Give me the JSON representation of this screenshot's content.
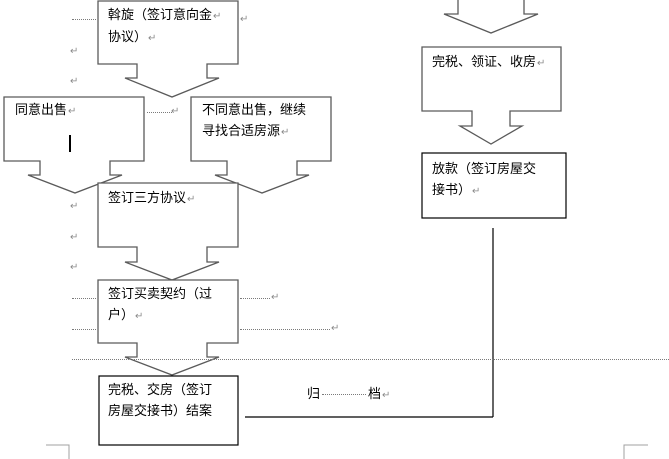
{
  "document": {
    "type": "flowchart",
    "colors": {
      "box_border": "#5a5a5a",
      "box_border_dark": "#000000",
      "paragraph_mark": "#8a8a8a",
      "dotted_leader": "#7a7a7a"
    },
    "paragraph_mark_glyph": "↵",
    "left_column": {
      "steps": [
        {
          "id": "negotiate",
          "text_line1": "斡旋（签订意向金",
          "text_line2": "协议）"
        },
        {
          "id": "agree",
          "text_line1": "同意出售",
          "text_line2": ""
        },
        {
          "id": "disagree",
          "text_line1": "不同意出售，继续",
          "text_line2": "寻找合适房源"
        },
        {
          "id": "tripartite",
          "text_line1": "签订三方协议",
          "text_line2": ""
        },
        {
          "id": "contract",
          "text_line1": "签订买卖契约（过",
          "text_line2": "户）"
        },
        {
          "id": "handover",
          "text_line1": "完税、交房（签订",
          "text_line2": "房屋交接书）结案"
        }
      ]
    },
    "right_column": {
      "steps": [
        {
          "id": "tax-cert",
          "text_line1": "完税、领证、收房",
          "text_line2": ""
        },
        {
          "id": "loan",
          "text_line1": "放款（签订房屋交",
          "text_line2": "接书）"
        }
      ]
    },
    "archive": {
      "char1": "归",
      "char2": "档"
    }
  }
}
